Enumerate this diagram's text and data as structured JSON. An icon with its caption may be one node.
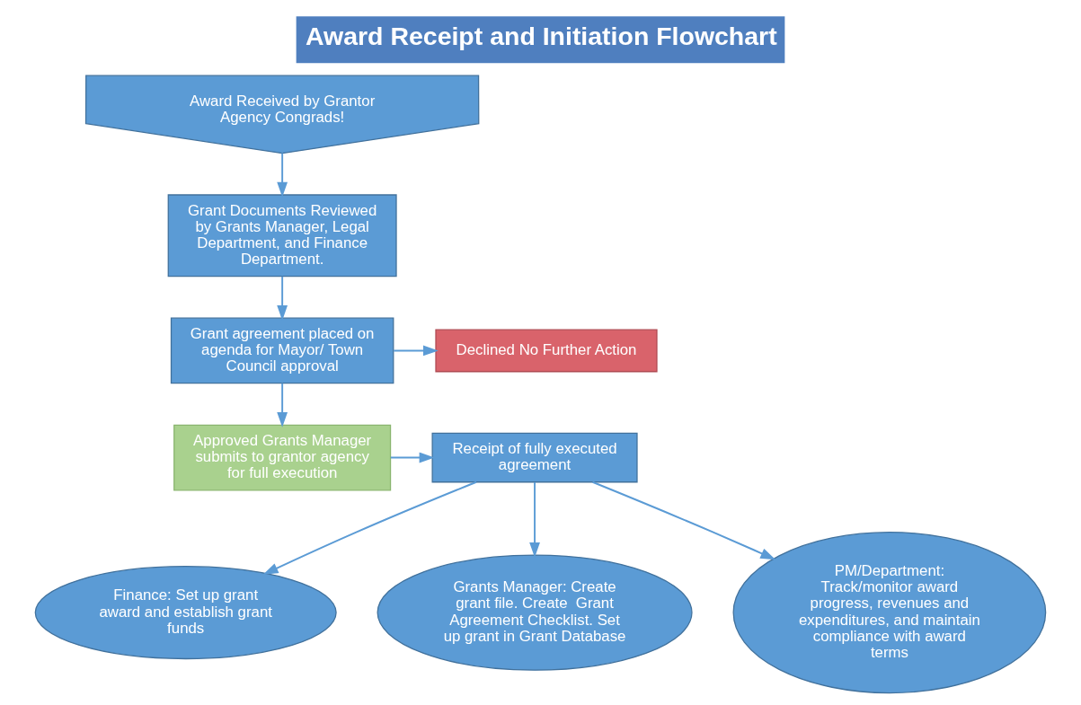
{
  "diagram": {
    "title": "Award Receipt and Initiation Flowchart",
    "nodes": [
      {
        "text": [
          "Award Received by Grantor Agency Congrads!"
        ]
      },
      {
        "text": [
          "Grant Documents Reviewed by Grants Manager, Legal Department, and Finance Department."
        ]
      },
      {
        "text": [
          "Grant agreement placed on agenda for Mayor/ Town Council approval"
        ]
      },
      {
        "text": [
          "Declined No Further Action"
        ]
      },
      {
        "text": [
          "Approved Grants Manager submits to grantor agency for full execution"
        ]
      },
      {
        "text": [
          "Receipt of fully executed agreement"
        ]
      },
      {
        "text": [
          "Finance: Set up grant award and establish grant funds"
        ]
      },
      {
        "text": [
          "Grants Manager: Create grant file. Create  Grant Agreement Checklist. Set up grant in Grant Database"
        ]
      },
      {
        "text": [
          "PM/Department: Track/monitor award progress, revenues and expenditures, and maintain compliance with award terms"
        ]
      }
    ],
    "edges": [
      {
        "from": 0,
        "to": 1,
        "arrow": "to"
      },
      {
        "from": 1,
        "to": 2,
        "arrow": "to"
      },
      {
        "from": 2,
        "to": 3,
        "arrow": "to"
      },
      {
        "from": 2,
        "to": 4,
        "arrow": "to"
      },
      {
        "from": 4,
        "to": 5,
        "arrow": "to"
      },
      {
        "from": 5,
        "to": 6,
        "arrow": "to"
      },
      {
        "from": 5,
        "to": 7,
        "arrow": "to"
      },
      {
        "from": 5,
        "to": 8,
        "arrow": "to"
      }
    ]
  }
}
